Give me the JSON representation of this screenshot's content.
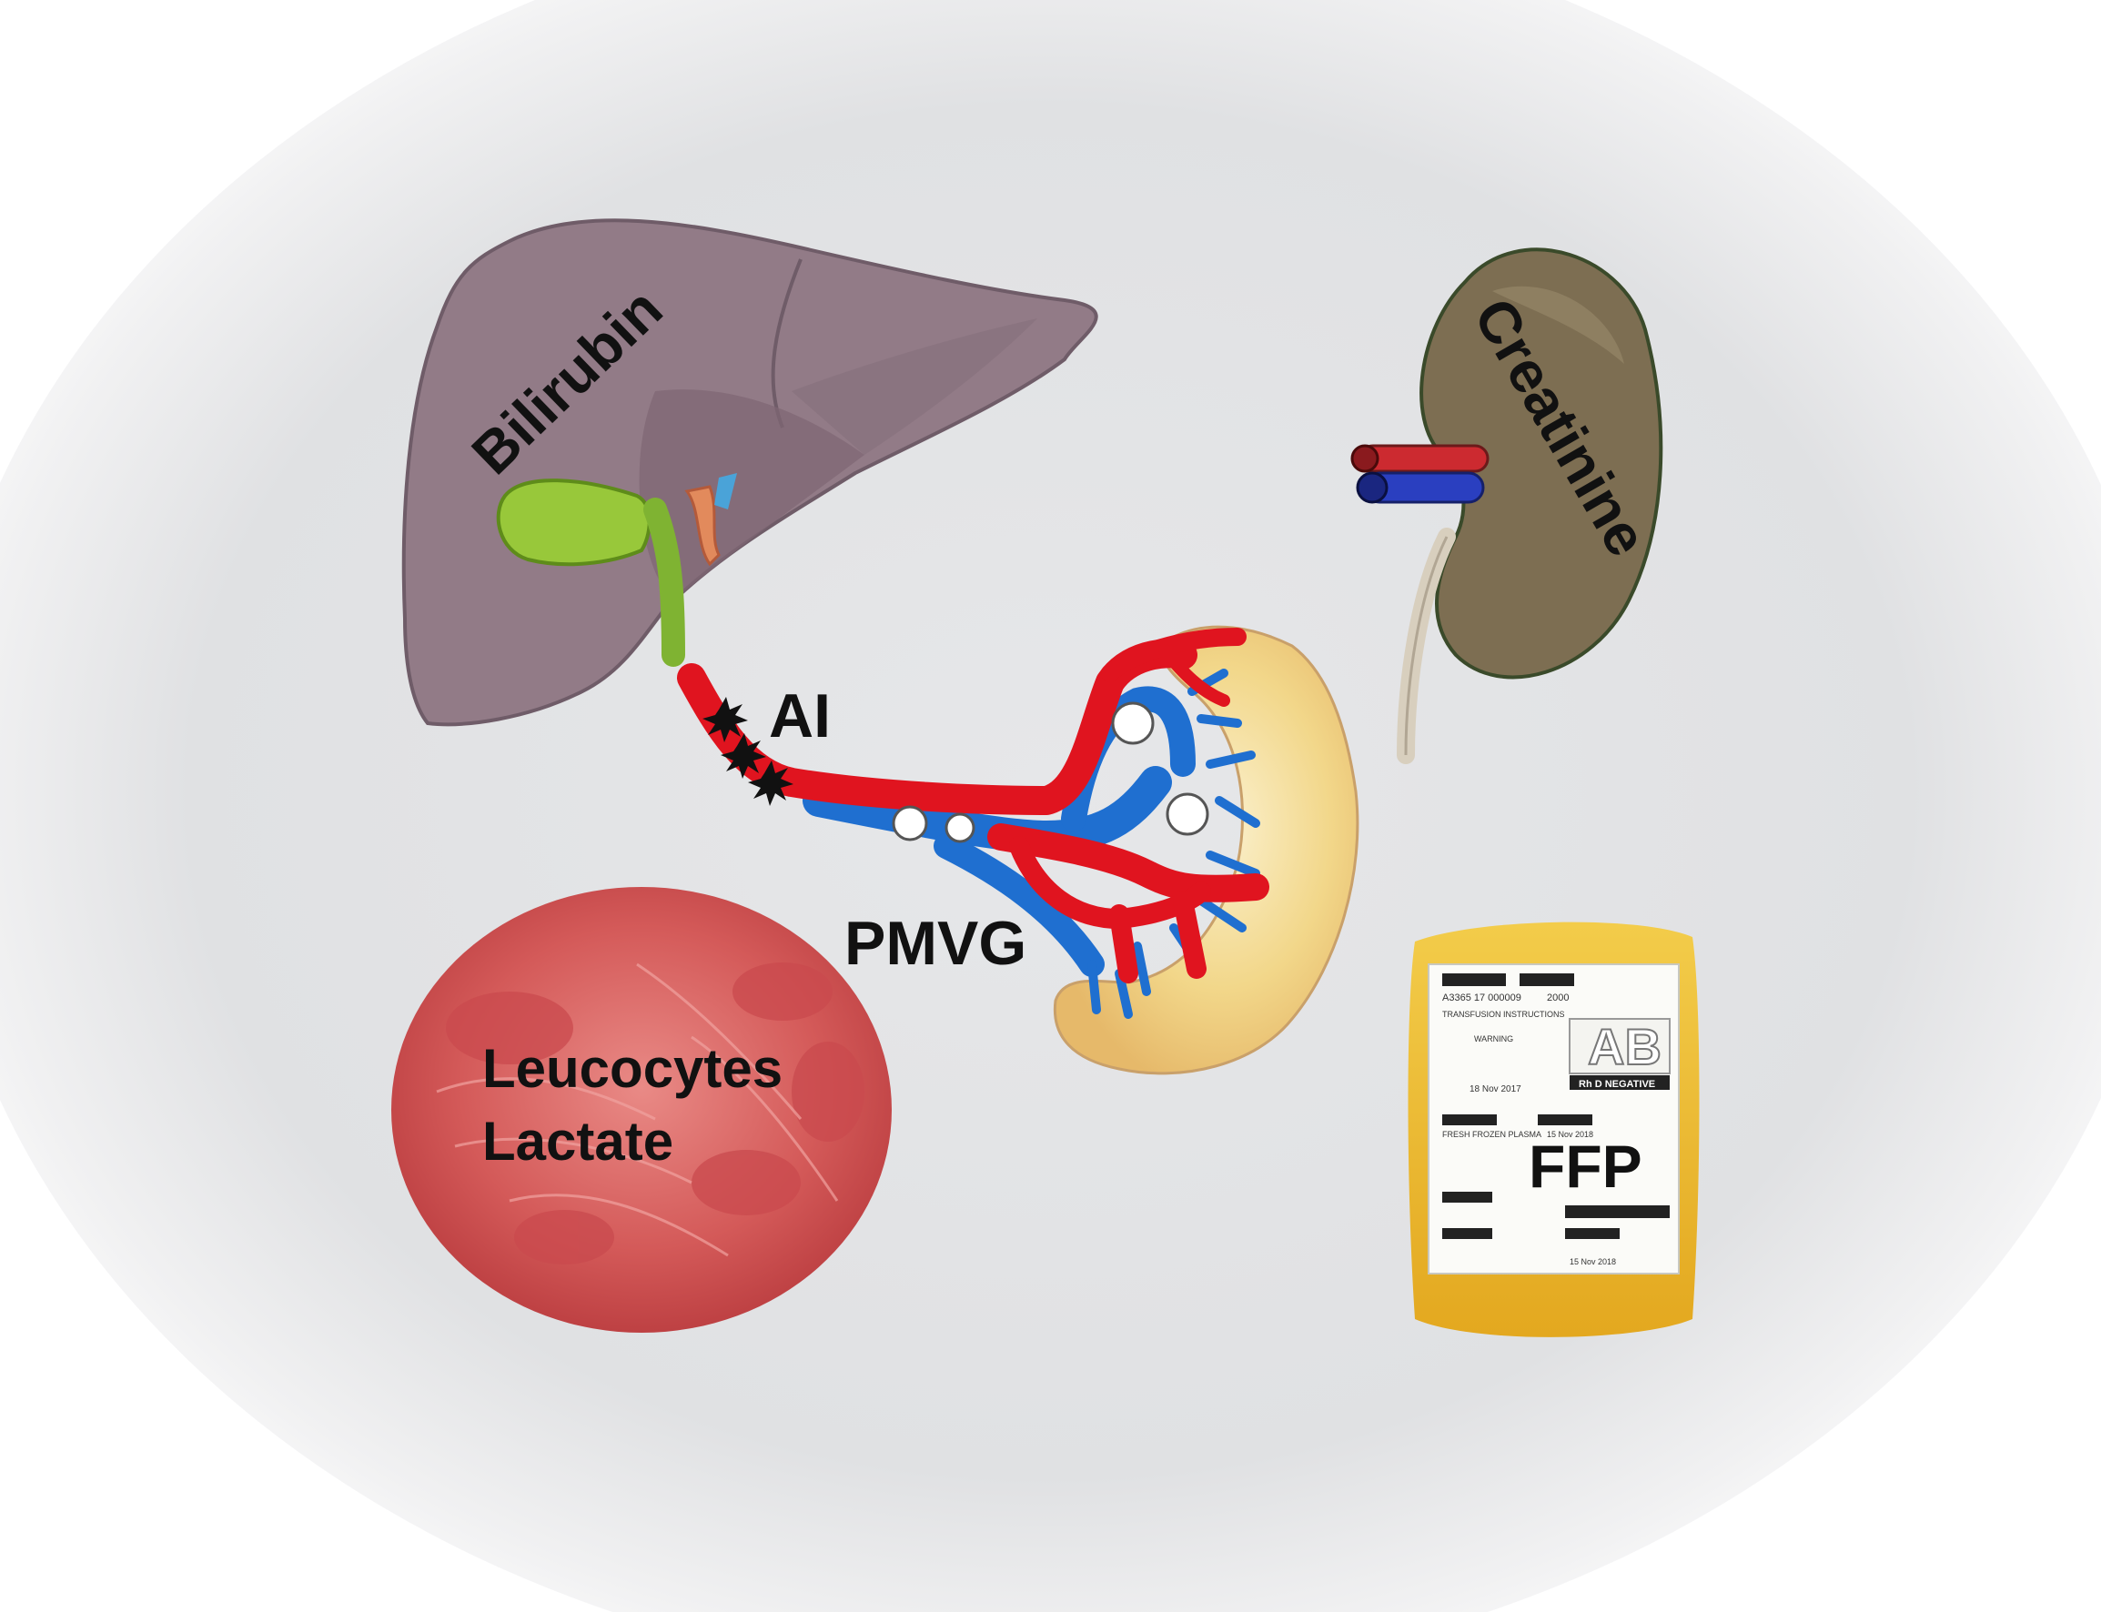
{
  "labels": {
    "liver": "Bilirubin",
    "kidney": "Creatinine",
    "artery": "AI",
    "vessels": "PMVG",
    "blood_line1": "Leucocytes",
    "blood_line2": "Lactate",
    "plasma": "FFP"
  },
  "blood_bag_label": {
    "blood_group": "AB",
    "rh": "Rh D NEGATIVE",
    "product": "FRESH FROZEN PLASMA",
    "header": "TRANSFUSION INSTRUCTIONS",
    "warning": "WARNING",
    "date1": "18 Nov 2017",
    "date2": "15 Nov 2018",
    "date3": "15 Nov 2018",
    "code1": "A3365 17 000009",
    "code2": "2000"
  },
  "colors": {
    "background_center": "#e6e7e9",
    "background_edge": "#ffffff",
    "liver": "#927b87",
    "gallbladder": "#98c83a",
    "kidney": "#7d6e52",
    "artery": "#e0141f",
    "vein": "#1f6fd0",
    "intestine": "#f2d78a",
    "blood_tissue": "#d65a5a",
    "plasma": "#edbb2c"
  }
}
